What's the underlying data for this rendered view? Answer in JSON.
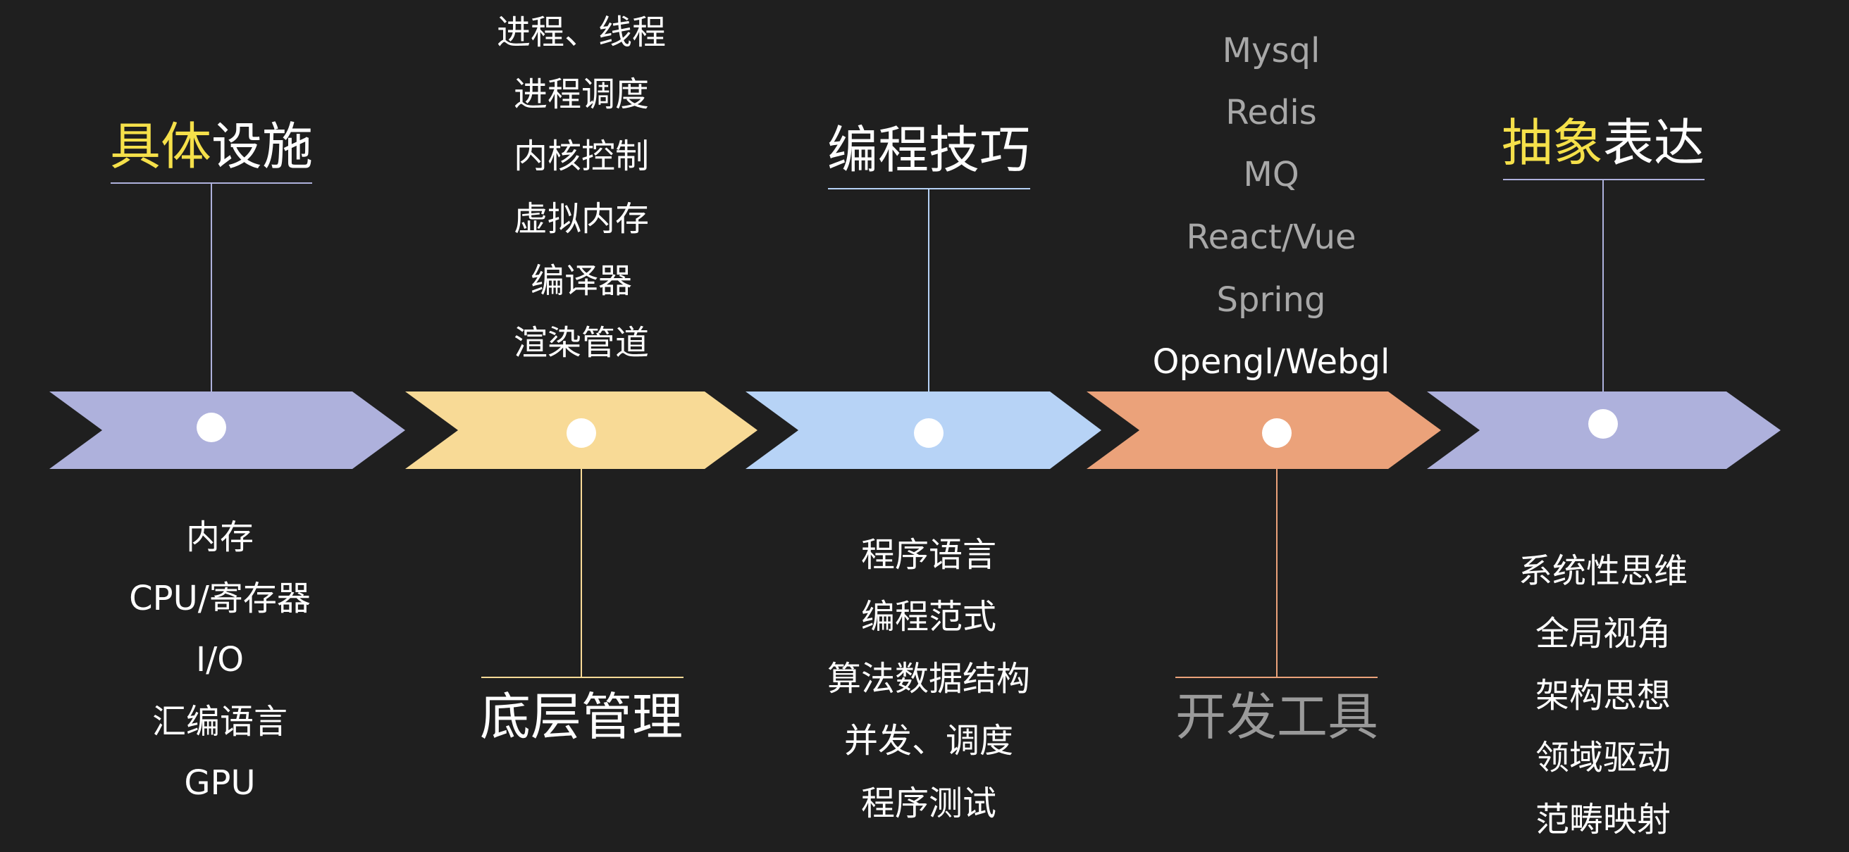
{
  "colors": {
    "background": "#1f1f1f",
    "highlight": "#f5e04a",
    "dim_text": "#a8a8a8"
  },
  "stages": [
    {
      "id": "infrastructure",
      "color": "#aeb1dc",
      "title_highlight": "具体",
      "title_rest": "设施",
      "items": [
        "内存",
        "CPU/寄存器",
        "I/O",
        "汇编语言",
        "GPU"
      ]
    },
    {
      "id": "low-level-management",
      "color": "#f8da96",
      "title": "底层管理",
      "items": [
        "进程、线程",
        "进程调度",
        "内核控制",
        "虚拟内存",
        "编译器",
        "渲染管道"
      ]
    },
    {
      "id": "programming-skills",
      "color": "#b7d3f6",
      "title": "编程技巧",
      "items": [
        "程序语言",
        "编程范式",
        "算法数据结构",
        "并发、调度",
        "程序测试"
      ]
    },
    {
      "id": "dev-tools",
      "color": "#eba27a",
      "title": "开发工具",
      "items": [
        "Mysql",
        "Redis",
        "MQ",
        "React/Vue",
        "Spring",
        "Opengl/Webgl"
      ]
    },
    {
      "id": "abstract-expression",
      "color": "#aeb1dc",
      "title_highlight": "抽象",
      "title_rest": "表达",
      "items": [
        "系统性思维",
        "全局视角",
        "架构思想",
        "领域驱动",
        "范畴映射"
      ]
    }
  ]
}
